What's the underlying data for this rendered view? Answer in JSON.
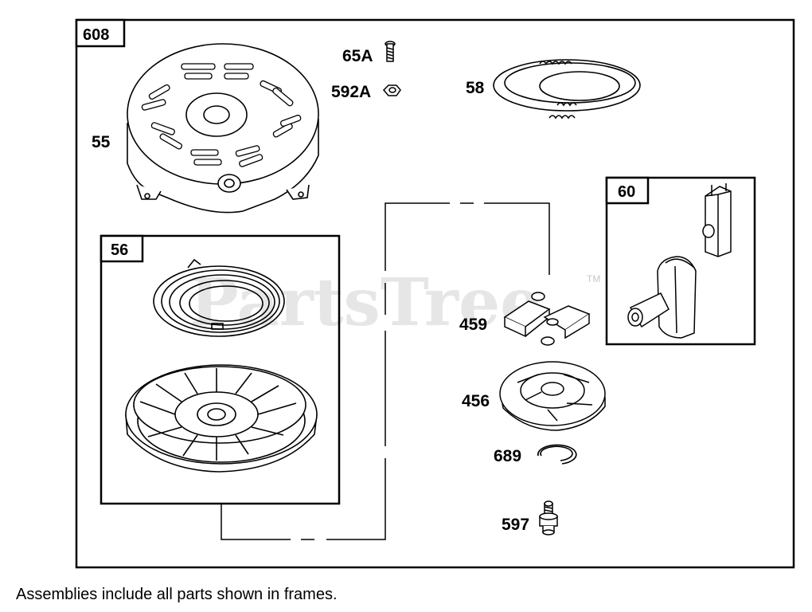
{
  "watermark": {
    "text": "PartsTree",
    "tm": "TM"
  },
  "frames": {
    "main": "608",
    "rewind_spring_pulley": "56",
    "starter_handle": "60"
  },
  "parts": {
    "screw": "65A",
    "nut": "592A",
    "rope": "58",
    "housing": "55",
    "pawl": "459",
    "ratchet": "456",
    "retainer_ring": "689",
    "bolt": "597"
  },
  "footer": "Assemblies include all parts shown in frames."
}
